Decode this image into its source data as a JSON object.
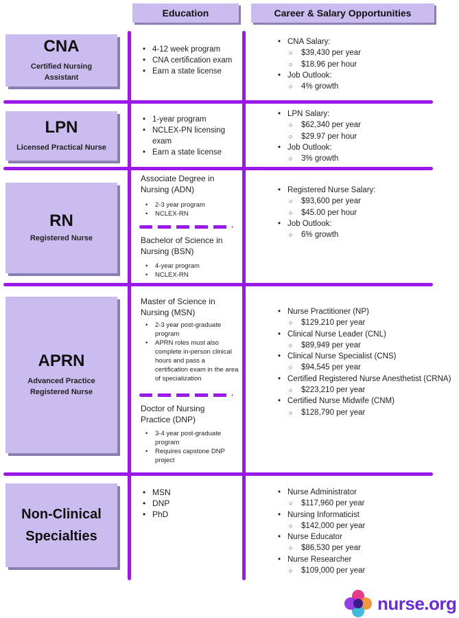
{
  "headers": {
    "education": "Education",
    "career": "Career & Salary Opportunities"
  },
  "rows": {
    "cna": {
      "abbr": "CNA",
      "full": "Certified Nursing Assistant",
      "education": [
        "4-12 week program",
        "CNA certification exam",
        "Earn a state license"
      ],
      "career": {
        "salary_label": "CNA Salary:",
        "salary": [
          "$39,430 per year",
          "$18.96 per hour"
        ],
        "outlook_label": "Job Outlook:",
        "outlook": [
          "4% growth"
        ]
      }
    },
    "lpn": {
      "abbr": "LPN",
      "full": "Licensed Practical Nurse",
      "education": [
        "1-year program",
        "NCLEX-PN licensing exam",
        "Earn a state license"
      ],
      "career": {
        "salary_label": "LPN Salary:",
        "salary": [
          "$62,340 per year",
          "$29.97 per hour"
        ],
        "outlook_label": "Job Outlook:",
        "outlook": [
          "3% growth"
        ]
      }
    },
    "rn": {
      "abbr": "RN",
      "full": "Registered Nurse",
      "adn_title": "Associate Degree in Nursing (ADN)",
      "adn": [
        "2-3 year program",
        "NCLEX-RN"
      ],
      "bsn_title": "Bachelor of Science in Nursing (BSN)",
      "bsn": [
        "4-year program",
        "NCLEX-RN"
      ],
      "career": {
        "salary_label": "Registered Nurse Salary:",
        "salary": [
          "$93,600 per year",
          "$45.00 per hour"
        ],
        "outlook_label": "Job Outlook:",
        "outlook": [
          "6% growth"
        ]
      }
    },
    "aprn": {
      "abbr": "APRN",
      "full": "Advanced Practice Registered Nurse",
      "msn_title": "Master of Science in Nursing (MSN)",
      "msn": [
        "2-3 year post-graduate program",
        "APRN roles must also complete in-person clinical hours and pass a certification exam in the area of specialization"
      ],
      "dnp_title": "Doctor of Nursing Practice (DNP)",
      "dnp": [
        "3-4 year post-graduate program",
        "Requires capstone DNP project"
      ],
      "career": [
        {
          "role": "Nurse Practitioner (NP)",
          "pay": "$129,210 per year"
        },
        {
          "role": "Clinical Nurse Leader (CNL)",
          "pay": "$89,949 per year"
        },
        {
          "role": "Clinical Nurse Specialist (CNS)",
          "pay": "$94,545 per year"
        },
        {
          "role": "Certified Registered Nurse Anesthetist (CRNA)",
          "pay": "$223,210 per year"
        },
        {
          "role": "Certified Nurse Midwife (CNM)",
          "pay": "$128,790 per year"
        }
      ]
    },
    "nonclinical": {
      "line1": "Non-Clinical",
      "line2": "Specialties",
      "education": [
        "MSN",
        "DNP",
        "PhD"
      ],
      "career": [
        {
          "role": "Nurse Administrator",
          "pay": "$117,960 per year"
        },
        {
          "role": "Nursing Informaticist",
          "pay": "$142,000 per year"
        },
        {
          "role": "Nurse Educator",
          "pay": "$86,530 per year"
        },
        {
          "role": "Nurse Researcher",
          "pay": "$109,000 per year"
        }
      ]
    }
  },
  "logo": {
    "text": "nurse.org"
  },
  "colors": {
    "accent": "#9b19e8",
    "box": "#cbbcef",
    "shadow": "#8a7fb0",
    "logo": "#6a2bd9"
  }
}
